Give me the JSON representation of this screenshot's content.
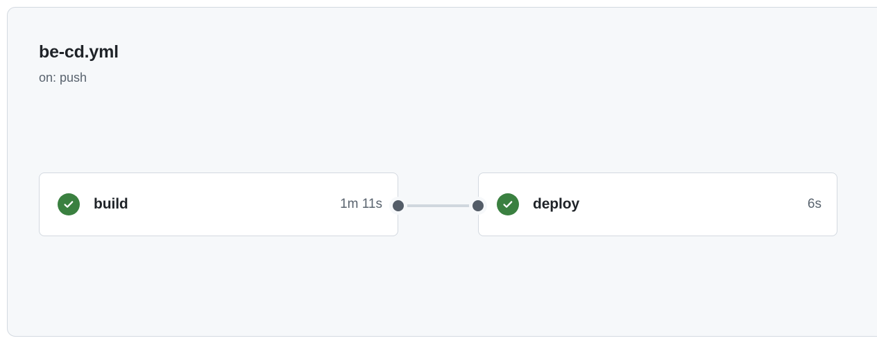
{
  "workflow": {
    "title": "be-cd.yml",
    "trigger": "on: push",
    "nodes": [
      {
        "id": "build",
        "label": "build",
        "duration": "1m 11s",
        "status": "success",
        "status_icon": "check-circle-icon",
        "status_color": "#3a8040"
      },
      {
        "id": "deploy",
        "label": "deploy",
        "duration": "6s",
        "status": "success",
        "status_icon": "check-circle-icon",
        "status_color": "#3a8040"
      }
    ],
    "edges": [
      {
        "from": "build",
        "to": "deploy"
      }
    ],
    "colors": {
      "panel_background": "#f6f8fa",
      "panel_border": "#d3d9e0",
      "node_background": "#ffffff",
      "edge": "#d0d7de",
      "port": "#545d68",
      "title_text": "#1f2328",
      "muted_text": "#59636e"
    }
  }
}
